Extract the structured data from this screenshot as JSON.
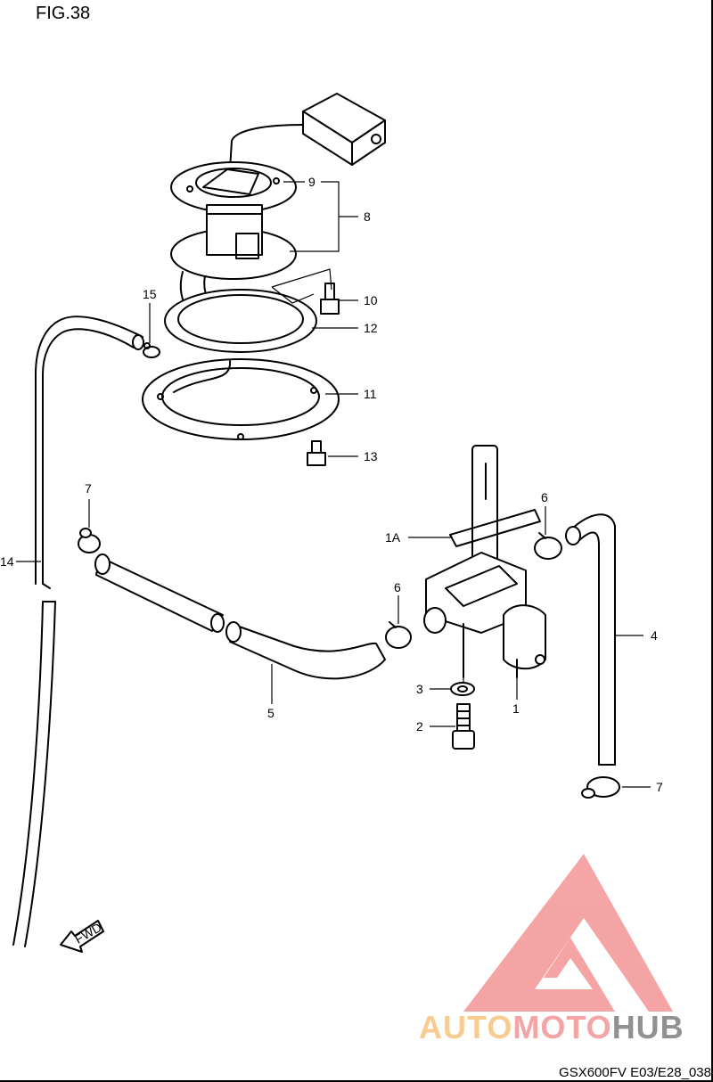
{
  "figure_label": "FIG.38",
  "footer_code": "GSX600FV E03/E28_038",
  "fwd_label": "FWD",
  "callouts": {
    "c9": "9",
    "c8": "8",
    "c10": "10",
    "c12": "12",
    "c15": "15",
    "c11": "11",
    "c13": "13",
    "c7a": "7",
    "c14": "14",
    "c6a": "6",
    "c1a": "1A",
    "c6b": "6",
    "c4": "4",
    "c3": "3",
    "c1": "1",
    "c5": "5",
    "c2": "2",
    "c7b": "7"
  },
  "watermark": {
    "text_part1": "AUTO",
    "text_part2": "MOTO",
    "text_part3": "HUB",
    "colors": {
      "triangle": "#f4a0a0",
      "auto": "#f9c98a",
      "moto": "#f4a0a0",
      "hub": "#8c8c8c"
    }
  }
}
